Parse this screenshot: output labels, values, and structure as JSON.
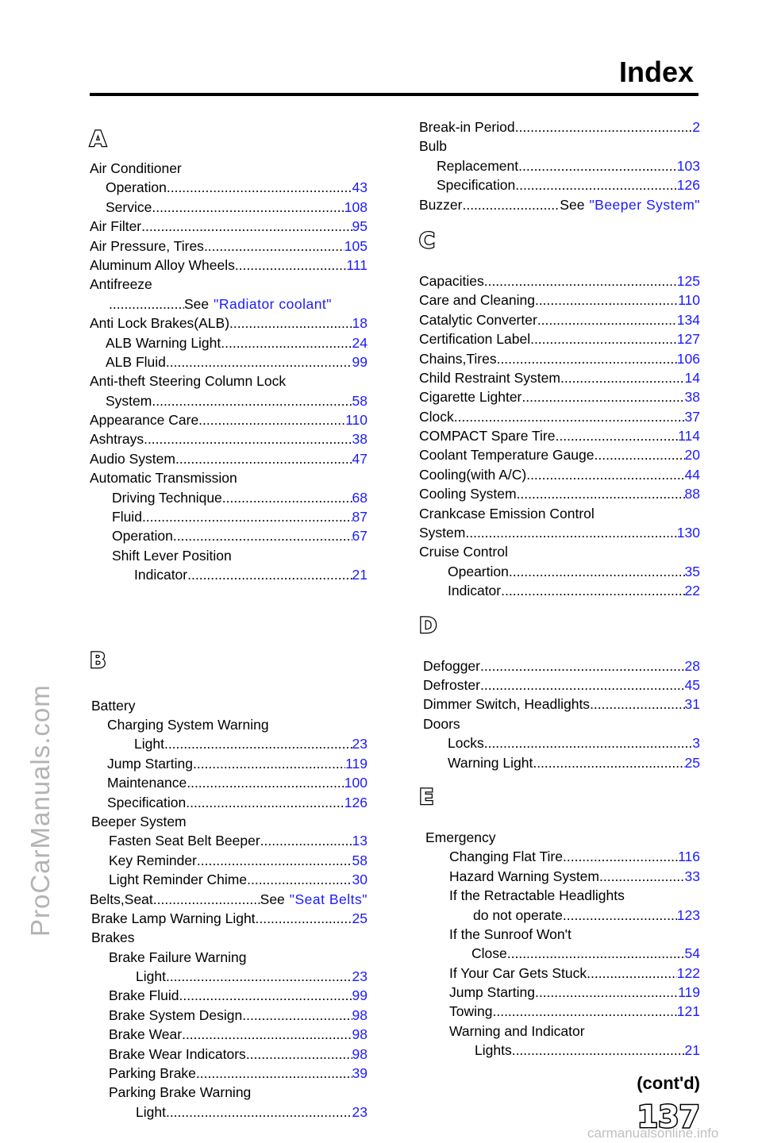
{
  "page_title": "Index",
  "watermark": "ProCarManuals.com",
  "footer_contd": "(cont'd)",
  "page_number": "137",
  "footer_url": "carmanualsonline.info",
  "sections": {
    "A": {
      "letter": "A",
      "entries": [
        {
          "label": "Air  Conditioner",
          "page": ""
        },
        {
          "label": "Operation",
          "page": "43"
        },
        {
          "label": "Service",
          "page": "108"
        },
        {
          "label": "Air  Filter",
          "page": "95"
        },
        {
          "label": "Air  Pressure,  Tires",
          "page": "105"
        },
        {
          "label": "Aluminum Alloy Wheels",
          "page": "111"
        },
        {
          "label": "Antifreeze",
          "page": ""
        },
        {
          "label": "See",
          "ref": "\"Radiator coolant\""
        },
        {
          "label": "Anti  Lock  Brakes(ALB)",
          "page": "18"
        },
        {
          "label": "ALB Warning Light",
          "page": "24"
        },
        {
          "label": "ALB Fluid",
          "page": "99"
        },
        {
          "label": "Anti-theft  Steering  Column  Lock",
          "page": ""
        },
        {
          "label": "System",
          "page": "58"
        },
        {
          "label": "Appearance Care",
          "page": "110"
        },
        {
          "label": "Ashtrays",
          "page": "38"
        },
        {
          "label": "Audio  System",
          "page": "47"
        },
        {
          "label": "Automatic  Transmission",
          "page": ""
        },
        {
          "label": "Driving Technique",
          "page": "68"
        },
        {
          "label": "Fluid",
          "page": "87"
        },
        {
          "label": "Operation",
          "page": "67"
        },
        {
          "label": "Shift  Lever  Position",
          "page": ""
        },
        {
          "label": "Indicator",
          "page": "21"
        }
      ]
    },
    "B": {
      "letter": "B",
      "entries": [
        {
          "label": "Battery",
          "page": ""
        },
        {
          "label": "Charging System Warning",
          "page": ""
        },
        {
          "label": "Light",
          "page": "23"
        },
        {
          "label": "Jump  Starting",
          "page": "119"
        },
        {
          "label": "Maintenance",
          "page": "100"
        },
        {
          "label": "Specification",
          "page": "126"
        },
        {
          "label": "Beeper  System",
          "page": ""
        },
        {
          "label": "Fasten Seat Belt Beeper",
          "page": "13"
        },
        {
          "label": "Key Reminder",
          "page": "58"
        },
        {
          "label": "Light Reminder Chime",
          "page": "30"
        },
        {
          "label": "Belts,Seat",
          "see": "See",
          "ref": "\"Seat Belts\""
        },
        {
          "label": "Brake Lamp Warning Light",
          "page": "25"
        },
        {
          "label": "Brakes",
          "page": ""
        },
        {
          "label": "Brake Failure Warning",
          "page": ""
        },
        {
          "label": "Light",
          "page": "23"
        },
        {
          "label": "Brake Fluid",
          "page": "99"
        },
        {
          "label": "Brake System Design",
          "page": "98"
        },
        {
          "label": "Brake Wear",
          "page": "98"
        },
        {
          "label": "Brake  Wear  Indicators",
          "page": "98"
        },
        {
          "label": "Parking Brake",
          "page": "39"
        },
        {
          "label": "Parking Brake Warning",
          "page": ""
        },
        {
          "label": "Light",
          "page": "23"
        }
      ]
    },
    "B2": {
      "entries": [
        {
          "label": "Break-in Period",
          "page": "2"
        },
        {
          "label": "Bulb",
          "page": ""
        },
        {
          "label": "Replacement",
          "page": "103"
        },
        {
          "label": "Specification",
          "page": "126"
        },
        {
          "label": "Buzzer",
          "see": "See",
          "ref": "\"Beeper System\""
        }
      ]
    },
    "C": {
      "letter": "C",
      "entries": [
        {
          "label": "Capacities",
          "page": "125"
        },
        {
          "label": "Care and Cleaning",
          "page": "110"
        },
        {
          "label": "Catalytic  Converter",
          "page": "134"
        },
        {
          "label": "Certification  Label",
          "page": "127"
        },
        {
          "label": "Chains,Tires",
          "page": "106"
        },
        {
          "label": "Child Restraint System",
          "page": "14"
        },
        {
          "label": "Cigarette  Lighter",
          "page": "38"
        },
        {
          "label": "Clock",
          "page": "37"
        },
        {
          "label": "COMPACT Spare Tire",
          "page": "114"
        },
        {
          "label": "Coolant Temperature Gauge",
          "page": "20"
        },
        {
          "label": "Cooling(with  A/C)",
          "page": "44"
        },
        {
          "label": "Cooling System",
          "page": "88"
        },
        {
          "label": "Crankcase Emission Control",
          "page": ""
        },
        {
          "label": "System",
          "page": "130"
        },
        {
          "label": "Cruise Control",
          "page": ""
        },
        {
          "label": "Opeartion",
          "page": "35"
        },
        {
          "label": "Indicator",
          "page": "22"
        }
      ]
    },
    "D": {
      "letter": "D",
      "entries": [
        {
          "label": "Defogger",
          "page": "28"
        },
        {
          "label": "Defroster",
          "page": "45"
        },
        {
          "label": "Dimmer  Switch,  Headlights",
          "page": "31"
        },
        {
          "label": "Doors",
          "page": ""
        },
        {
          "label": "Locks",
          "page": "3"
        },
        {
          "label": "Warning Light",
          "page": "25"
        }
      ]
    },
    "E": {
      "letter": "E",
      "entries": [
        {
          "label": "Emergency",
          "page": ""
        },
        {
          "label": "Changing Flat Tire",
          "page": "116"
        },
        {
          "label": "Hazard Warning System",
          "page": "33"
        },
        {
          "label": "If the Retractable Headlights",
          "page": ""
        },
        {
          "label": "do  not  operate",
          "page": "123"
        },
        {
          "label": "If the Sunroof Won't",
          "page": ""
        },
        {
          "label": "Close",
          "page": "54"
        },
        {
          "label": "If Your Car Gets Stuck",
          "page": "122"
        },
        {
          "label": "Jump  Starting",
          "page": "119"
        },
        {
          "label": "Towing",
          "page": "121"
        },
        {
          "label": "Warning and Indicator",
          "page": ""
        },
        {
          "label": "Lights",
          "page": "21"
        }
      ]
    }
  }
}
